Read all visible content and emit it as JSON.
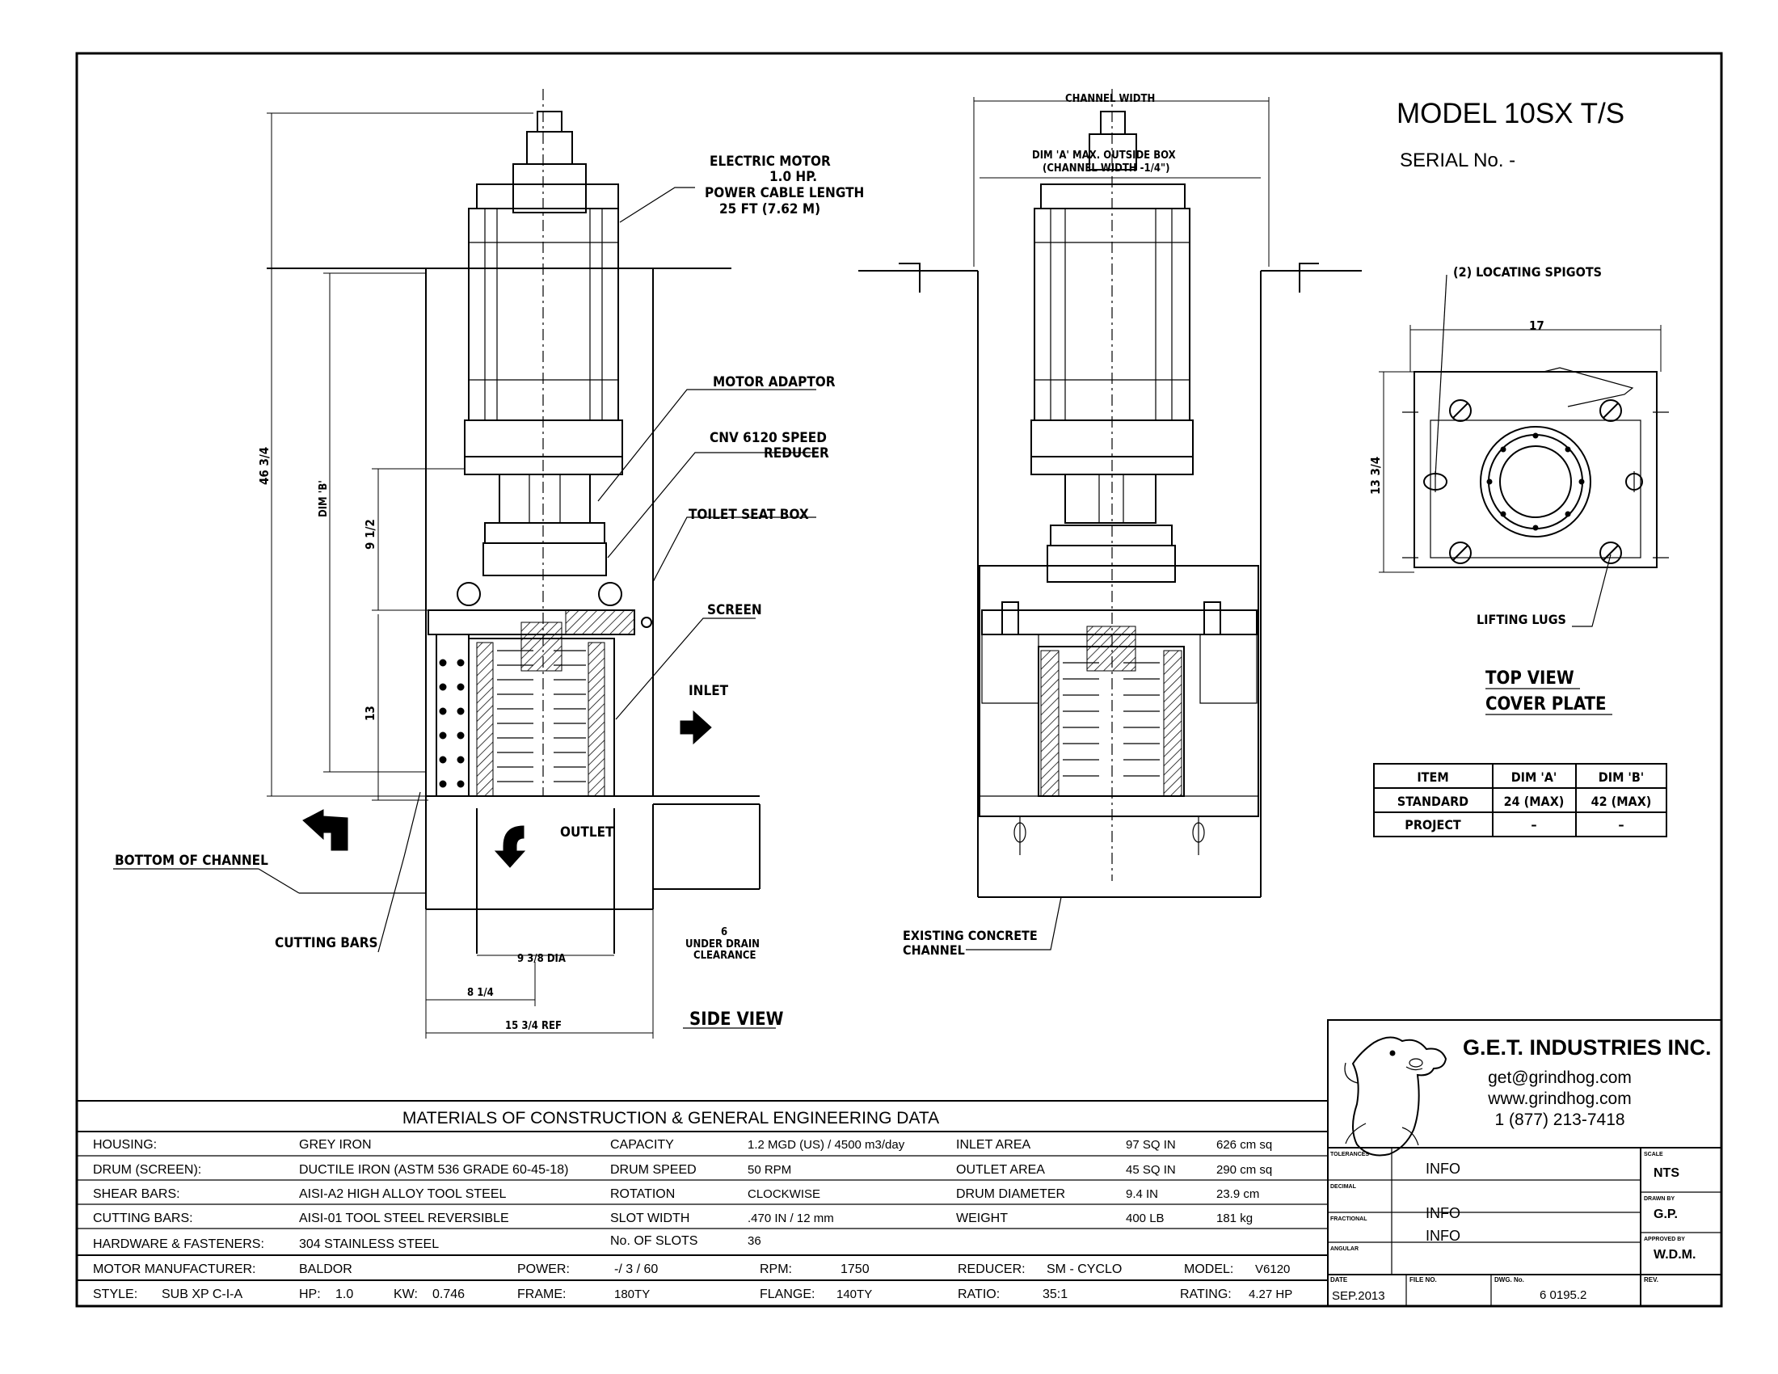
{
  "title_block": {
    "model": "MODEL 10SX T/S",
    "serial": "SERIAL No. -",
    "company": "G.E.T. INDUSTRIES INC.",
    "email": "get@grindhog.com",
    "website": "www.grindhog.com",
    "phone": "1 (877) 213-7418",
    "tolerances_label": "TOLERANCES",
    "decimal_label": "DECIMAL",
    "fractional_label": "FRACTIONAL",
    "angular_label": "ANGULAR",
    "info1": "INFO",
    "info2": "INFO",
    "info3": "INFO",
    "scale_label": "SCALE",
    "scale": "NTS",
    "drawn_by_label": "DRAWN BY",
    "drawn_by": "G.P.",
    "approved_by_label": "APPROVED BY",
    "approved_by": "W.D.M.",
    "date_label": "DATE",
    "date": "SEP.2013",
    "file_no_label": "FILE NO.",
    "dwg_no_label": "DWG. No.",
    "dwg_no": "6 0195.2",
    "rev_label": "REV."
  },
  "side_view": {
    "title": "SIDE VIEW",
    "electric_motor": "ELECTRIC MOTOR",
    "motor_hp": "1.0 HP.",
    "power_cable": "POWER CABLE LENGTH",
    "cable_length": "25 FT (7.62 M)",
    "motor_adaptor": "MOTOR ADAPTOR",
    "speed_reducer_1": "CNV 6120 SPEED",
    "speed_reducer_2": "REDUCER",
    "toilet_seat_box": "TOILET SEAT BOX",
    "screen": "SCREEN",
    "inlet": "INLET",
    "outlet": "OUTLET",
    "bottom_of_channel": "BOTTOM OF CHANNEL",
    "cutting_bars": "CUTTING BARS",
    "dim_height": "46 3/4",
    "dim_b": "DIM 'B'",
    "dim_9_half": "9 1/2",
    "dim_13": "13",
    "dim_drain_1": "6",
    "dim_drain_2": "UNDER DRAIN",
    "dim_drain_3": "CLEARANCE",
    "dim_dia": "9 3/8 DIA",
    "dim_8_quarter": "8 1/4",
    "dim_ref": "15 3/4 REF"
  },
  "front_view": {
    "channel_width": "CHANNEL WIDTH",
    "dim_a_1": "DIM 'A' MAX. OUTSIDE BOX",
    "dim_a_2": "(CHANNEL WIDTH -1/4\")",
    "existing_1": "EXISTING CONCRETE",
    "existing_2": "CHANNEL"
  },
  "top_view": {
    "locating_spigots": "(2) LOCATING SPIGOTS",
    "dim_17": "17",
    "dim_13_three_quarter": "13 3/4",
    "lifting_lugs": "LIFTING LUGS",
    "title_1": "TOP VIEW",
    "title_2": "COVER PLATE"
  },
  "dim_table": {
    "headers": [
      "ITEM",
      "DIM 'A'",
      "DIM 'B'"
    ],
    "rows": [
      [
        "STANDARD",
        "24 (MAX)",
        "42 (MAX)"
      ],
      [
        "PROJECT",
        "–",
        "–"
      ]
    ]
  },
  "materials": {
    "title": "MATERIALS OF CONSTRUCTION & GENERAL  ENGINEERING  DATA",
    "rows": [
      [
        "HOUSING:",
        "GREY IRON",
        "CAPACITY",
        "1.2 MGD (US)  / 4500 m3/day",
        "INLET  AREA",
        "97 SQ IN",
        "626 cm sq"
      ],
      [
        "DRUM (SCREEN):",
        "DUCTILE IRON (ASTM 536 GRADE 60-45-18)",
        "DRUM  SPEED",
        "50 RPM",
        "OUTLET  AREA",
        "45 SQ IN",
        "290 cm sq"
      ],
      [
        "SHEAR BARS:",
        "AISI-A2 HIGH ALLOY TOOL STEEL",
        "ROTATION",
        "CLOCKWISE",
        "DRUM  DIAMETER",
        "9.4 IN",
        "23.9 cm"
      ],
      [
        "CUTTING BARS:",
        "AISI-01 TOOL STEEL REVERSIBLE",
        "SLOT  WIDTH",
        ".470 IN /  12 mm",
        "WEIGHT",
        "400 LB",
        "181 kg"
      ],
      [
        "HARDWARE & FASTENERS:",
        "304 STAINLESS STEEL",
        "No. OF SLOTS",
        "36",
        "",
        "",
        ""
      ]
    ],
    "motor_row": {
      "mfr_label": "MOTOR MANUFACTURER:",
      "mfr": "BALDOR",
      "power_label": "POWER:",
      "power": "-/ 3 / 60",
      "rpm_label": "RPM:",
      "rpm": "1750",
      "reducer_label": "REDUCER:",
      "reducer": "SM - CYCLO",
      "model_label": "MODEL:",
      "model": "V6120"
    },
    "style_row": {
      "style_label": "STYLE:",
      "style": "SUB XP C-I-A",
      "hp_label": "HP:",
      "hp": "1.0",
      "kw_label": "KW:",
      "kw": "0.746",
      "frame_label": "FRAME:",
      "frame": "180TY",
      "flange_label": "FLANGE:",
      "flange": "140TY",
      "ratio_label": "RATIO:",
      "ratio": "35:1",
      "rating_label": "RATING:",
      "rating": "4.27 HP"
    }
  }
}
